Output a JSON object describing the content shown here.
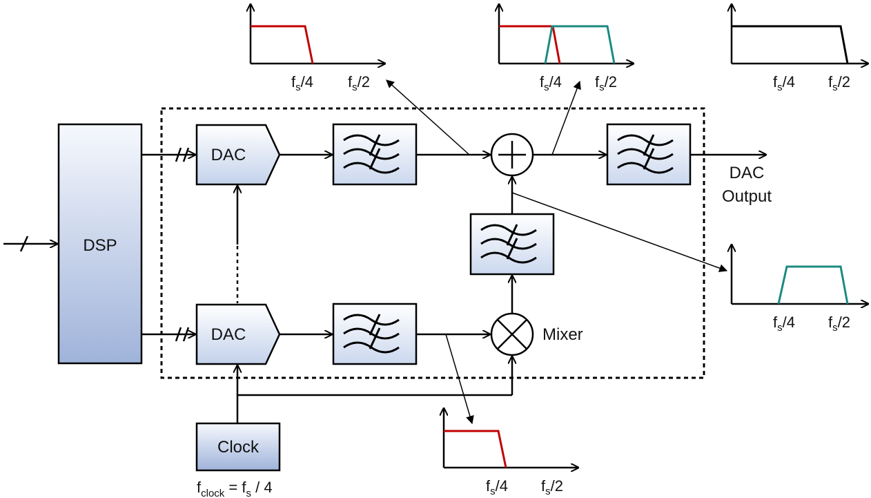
{
  "blocks": {
    "dsp": "DSP",
    "dac_top": "DAC",
    "dac_bottom": "DAC",
    "clock": "Clock",
    "mixer": "Mixer",
    "output_line1": "DAC",
    "output_line2": "Output"
  },
  "clock_eq": {
    "f": "f",
    "sub": "clock",
    "rest": " = f",
    "sub2": "s",
    "tail": " / 4"
  },
  "ticks": {
    "f": "f",
    "s": "s",
    "quarter": "/4",
    "half": "/2"
  },
  "colors": {
    "red": "#c00000",
    "teal": "#1a8a80",
    "black": "#000000",
    "block_top": "#f4f7fc",
    "block_bottom": "#9db1d8"
  }
}
